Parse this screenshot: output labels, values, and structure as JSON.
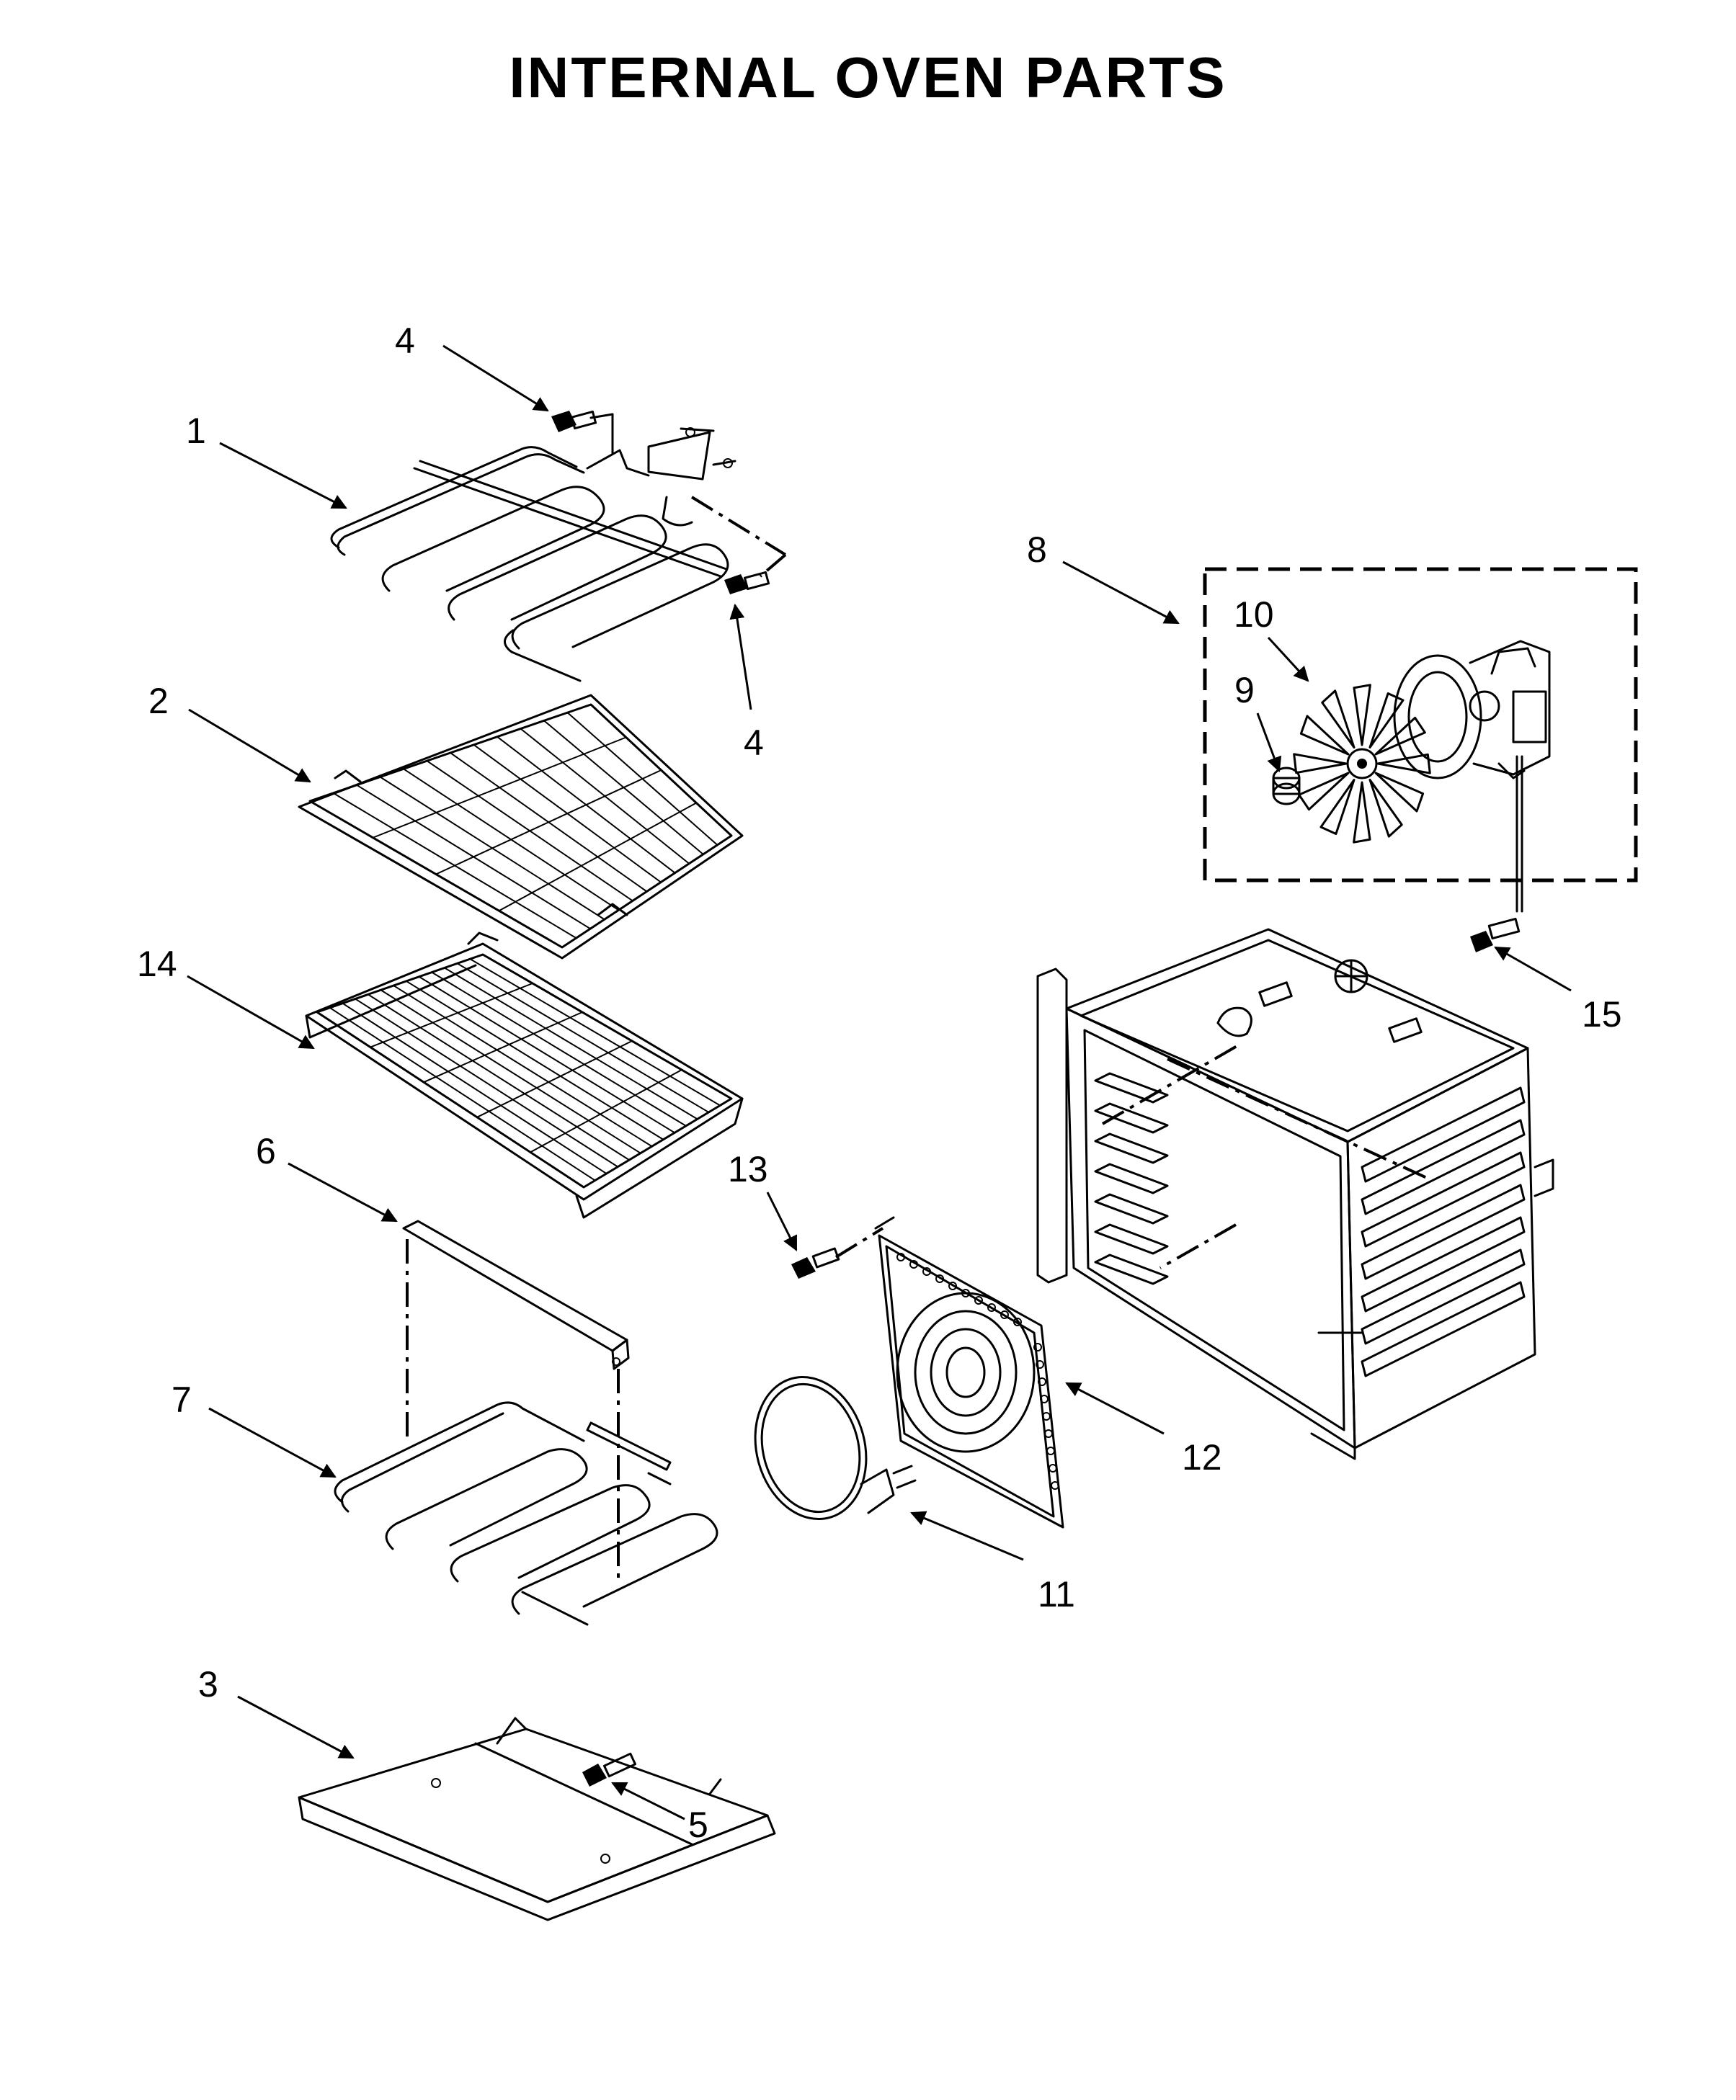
{
  "title": "INTERNAL OVEN PARTS",
  "callouts": [
    {
      "id": "c1",
      "label": "1"
    },
    {
      "id": "c2",
      "label": "2"
    },
    {
      "id": "c3",
      "label": "3"
    },
    {
      "id": "c4a",
      "label": "4"
    },
    {
      "id": "c4b",
      "label": "4"
    },
    {
      "id": "c5",
      "label": "5"
    },
    {
      "id": "c6",
      "label": "6"
    },
    {
      "id": "c7",
      "label": "7"
    },
    {
      "id": "c8",
      "label": "8"
    },
    {
      "id": "c9",
      "label": "9"
    },
    {
      "id": "c10",
      "label": "10"
    },
    {
      "id": "c11",
      "label": "11"
    },
    {
      "id": "c12",
      "label": "12"
    },
    {
      "id": "c13",
      "label": "13"
    },
    {
      "id": "c14",
      "label": "14"
    },
    {
      "id": "c15",
      "label": "15"
    }
  ]
}
